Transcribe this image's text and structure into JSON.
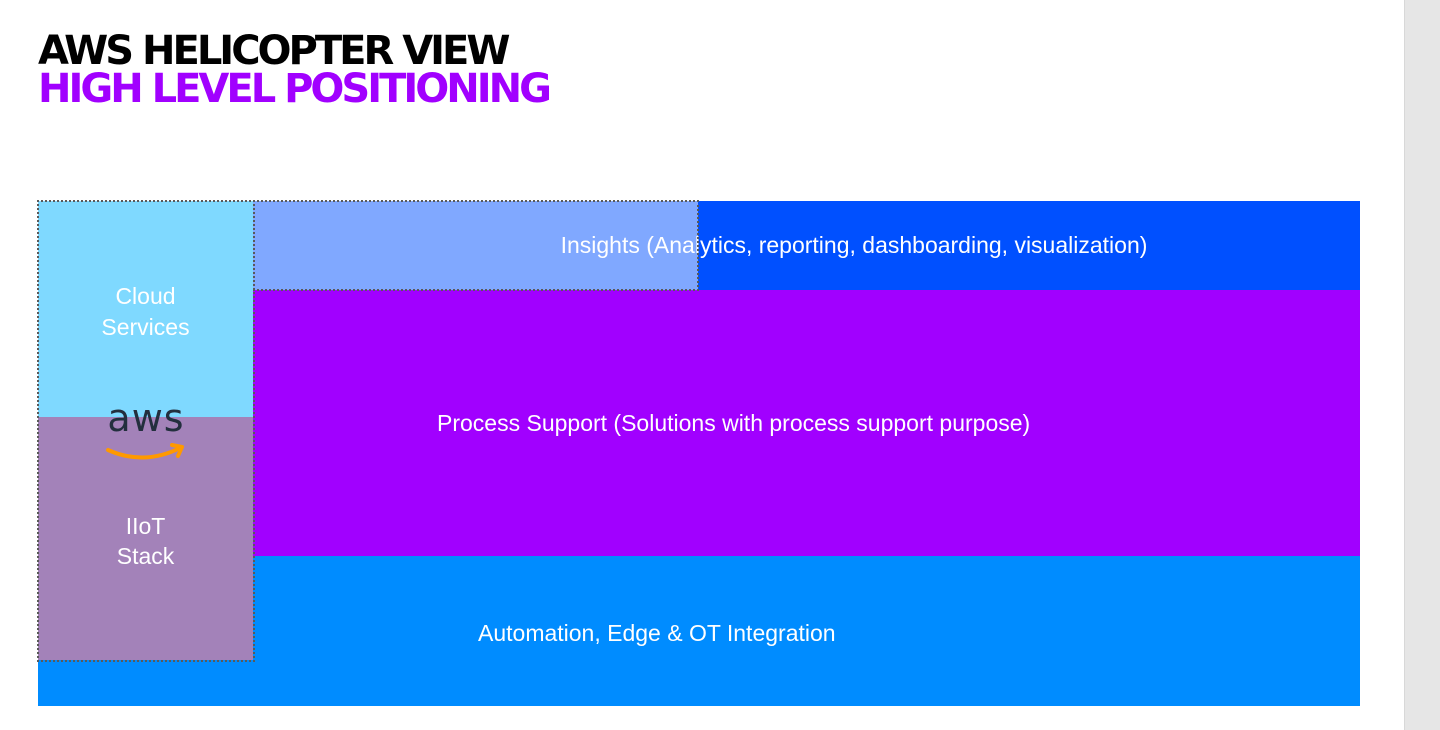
{
  "title": {
    "line1": "AWS HELICOPTER VIEW",
    "line2": "HIGH LEVEL POSITIONING"
  },
  "layers": {
    "insights": "Insights (Analytics, reporting, dashboarding, visualization)",
    "process_support": "Process Support (Solutions with process support purpose)",
    "automation": "Automation, Edge & OT Integration"
  },
  "aws_column": {
    "cloud_services": [
      "Cloud",
      "Services"
    ],
    "iiot_stack": [
      "IIoT",
      "Stack"
    ],
    "logo_text": "aws"
  },
  "colors": {
    "title_primary": "#000000",
    "title_accent": "#a100ff",
    "insights": "#0050ff",
    "process_support": "#a100ff",
    "automation": "#008cff",
    "cloud_services": "#7fd9ff",
    "iiot_stack": "#a382b9",
    "aws_smile": "#ff9900"
  }
}
